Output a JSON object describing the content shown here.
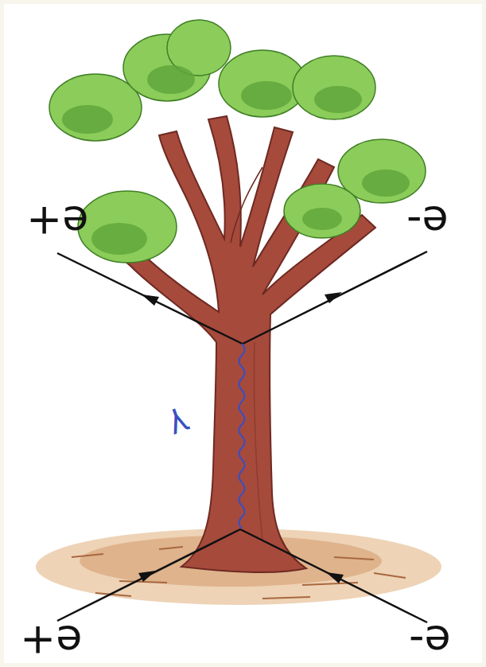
{
  "diagram": {
    "labels": [
      "e+",
      "e-",
      "γ",
      "e+",
      "e-"
    ]
  }
}
